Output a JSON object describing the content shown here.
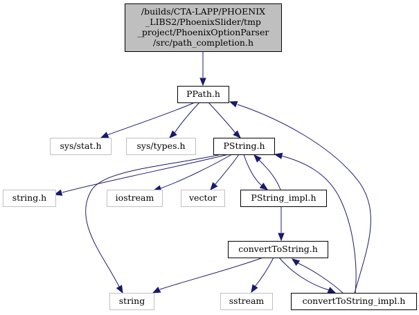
{
  "diagram": {
    "type": "include-dependency-graph",
    "colors": {
      "edge": "#191970",
      "root_fill": "#bfbfbf",
      "root_stroke": "#000000",
      "documented_stroke": "#000000",
      "external_stroke": "#bfbfbf",
      "external_text": "#000000"
    },
    "nodes": [
      {
        "id": "root",
        "kind": "root",
        "lines": [
          "/builds/CTA-LAPP/PHOENIX",
          "_LIBS2/PhoenixSlider/tmp",
          "_project/PhoenixOptionParser",
          "/src/path_completion.h"
        ]
      },
      {
        "id": "ppath",
        "kind": "documented",
        "lines": [
          "PPath.h"
        ]
      },
      {
        "id": "sysstat",
        "kind": "external",
        "lines": [
          "sys/stat.h"
        ]
      },
      {
        "id": "systypes",
        "kind": "external",
        "lines": [
          "sys/types.h"
        ]
      },
      {
        "id": "pstring",
        "kind": "documented",
        "lines": [
          "PString.h"
        ]
      },
      {
        "id": "stringh",
        "kind": "external",
        "lines": [
          "string.h"
        ]
      },
      {
        "id": "iostream",
        "kind": "external",
        "lines": [
          "iostream"
        ]
      },
      {
        "id": "vector",
        "kind": "external",
        "lines": [
          "vector"
        ]
      },
      {
        "id": "pstringimpl",
        "kind": "documented",
        "lines": [
          "PString_impl.h"
        ]
      },
      {
        "id": "convert",
        "kind": "documented",
        "lines": [
          "convertToString.h"
        ]
      },
      {
        "id": "string",
        "kind": "external",
        "lines": [
          "string"
        ]
      },
      {
        "id": "sstream",
        "kind": "external",
        "lines": [
          "sstream"
        ]
      },
      {
        "id": "convertimpl",
        "kind": "documented",
        "lines": [
          "convertToString_impl.h"
        ]
      }
    ],
    "edges": [
      {
        "from": "root",
        "to": "ppath"
      },
      {
        "from": "ppath",
        "to": "sysstat"
      },
      {
        "from": "ppath",
        "to": "systypes"
      },
      {
        "from": "ppath",
        "to": "pstring"
      },
      {
        "from": "pstring",
        "to": "stringh"
      },
      {
        "from": "pstring",
        "to": "iostream"
      },
      {
        "from": "pstring",
        "to": "vector"
      },
      {
        "from": "pstring",
        "to": "string"
      },
      {
        "from": "pstring",
        "to": "pstringimpl"
      },
      {
        "from": "pstringimpl",
        "to": "pstring"
      },
      {
        "from": "pstringimpl",
        "to": "convert"
      },
      {
        "from": "convert",
        "to": "string"
      },
      {
        "from": "convert",
        "to": "sstream"
      },
      {
        "from": "convert",
        "to": "convertimpl"
      },
      {
        "from": "convertimpl",
        "to": "convert"
      },
      {
        "from": "convertimpl",
        "to": "ppath"
      },
      {
        "from": "convertimpl",
        "to": "pstring"
      }
    ]
  }
}
